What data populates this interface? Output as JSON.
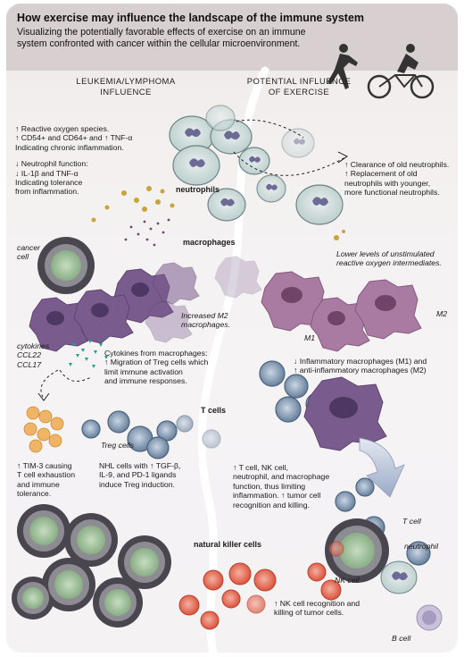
{
  "header": {
    "title": "How exercise may influence the landscape of the immune system",
    "subtitle": "Visualizing the potentially favorable effects of exercise on an immune system confronted with cancer within the cellular microenvironment."
  },
  "columns": {
    "left_line1": "LEUKEMIA/LYMPHOMA",
    "left_line2": "INFLUENCE",
    "right_line1": "POTENTIAL INFLUENCE",
    "right_line2": "OF EXERCISE"
  },
  "sections": {
    "neutrophils": "neutrophils",
    "macrophages": "macrophages",
    "t_cells": "T cells",
    "nk_cells": "natural killer cells"
  },
  "neutrophils": {
    "left_ros": "↑ Reactive oxygen species.",
    "left_cd": "↑ CD54+ and CD64+ and ↑ TNF-α",
    "left_chronic": "Indicating chronic inflammation.",
    "left_func": "↓ Neutrophil function:",
    "left_il": "↓ IL-1β and TNF-α",
    "left_tol1": "Indicating tolerance",
    "left_tol2": "from inflammation.",
    "right_1": "↑ Clearance of old neutrophils.",
    "right_2": "↑ Replacement of old",
    "right_3": "neutrophils with younger,",
    "right_4": "more functional neutrophils."
  },
  "macrophages": {
    "cancer_cell_1": "cancer",
    "cancer_cell_2": "cell",
    "lower_ros_1": "Lower levels of unstimulated",
    "lower_ros_2": "reactive oxygen intermediates.",
    "m2_increase_1": "Increased M2",
    "m2_increase_2": "macrophages.",
    "m1_label": "M1",
    "m2_label": "M2",
    "cytokines_1": "cytokines",
    "cytokines_2": "CCL22",
    "cytokines_3": "CCL17",
    "treg_1": "Cytokines from macrophages:",
    "treg_2": "↑ Migration of Treg cells which",
    "treg_3": "limit immune activation",
    "treg_4": "and immune responses.",
    "right_1": "↓ Inflammatory macrophages (M1) and",
    "right_2": "↑ anti-inflammatory macrophages (M2)"
  },
  "tcells": {
    "treg_cells": "Treg cells",
    "tim3_1": "↑ TIM-3 causing",
    "tim3_2": "T cell exhaustion",
    "tim3_3": "and immune",
    "tim3_4": "tolerance.",
    "nhl_1": "NHL cells with ↑ TGF-β,",
    "nhl_2": "IL-9, and PD-1 ligands",
    "nhl_3": "induce Treg induction.",
    "right_1": "↑ T cell, NK cell,",
    "right_2": "neutrophil, and macrophage",
    "right_3": "function, thus limiting",
    "right_4": "inflammation. ↑ tumor cell",
    "right_5": "recognition and killing."
  },
  "nk": {
    "t_cell": "T cell",
    "neutrophil": "neutrophil",
    "nk_cell": "NK cell",
    "b_cell": "B cell",
    "right_1": "↑ NK cell recognition and",
    "right_2": "killing of tumor cells."
  },
  "colors": {
    "neutrophil": "#cdd9d8",
    "macrophage_left": "#7a5b8e",
    "macrophage_right": "#a97ba3",
    "tcell": "#6f88a6",
    "nk_cell": "#e0634b",
    "tumor_green": "#9fbe98",
    "cytokine_teal": "#1f9f97",
    "yellow_dot": "#c9a43a"
  }
}
